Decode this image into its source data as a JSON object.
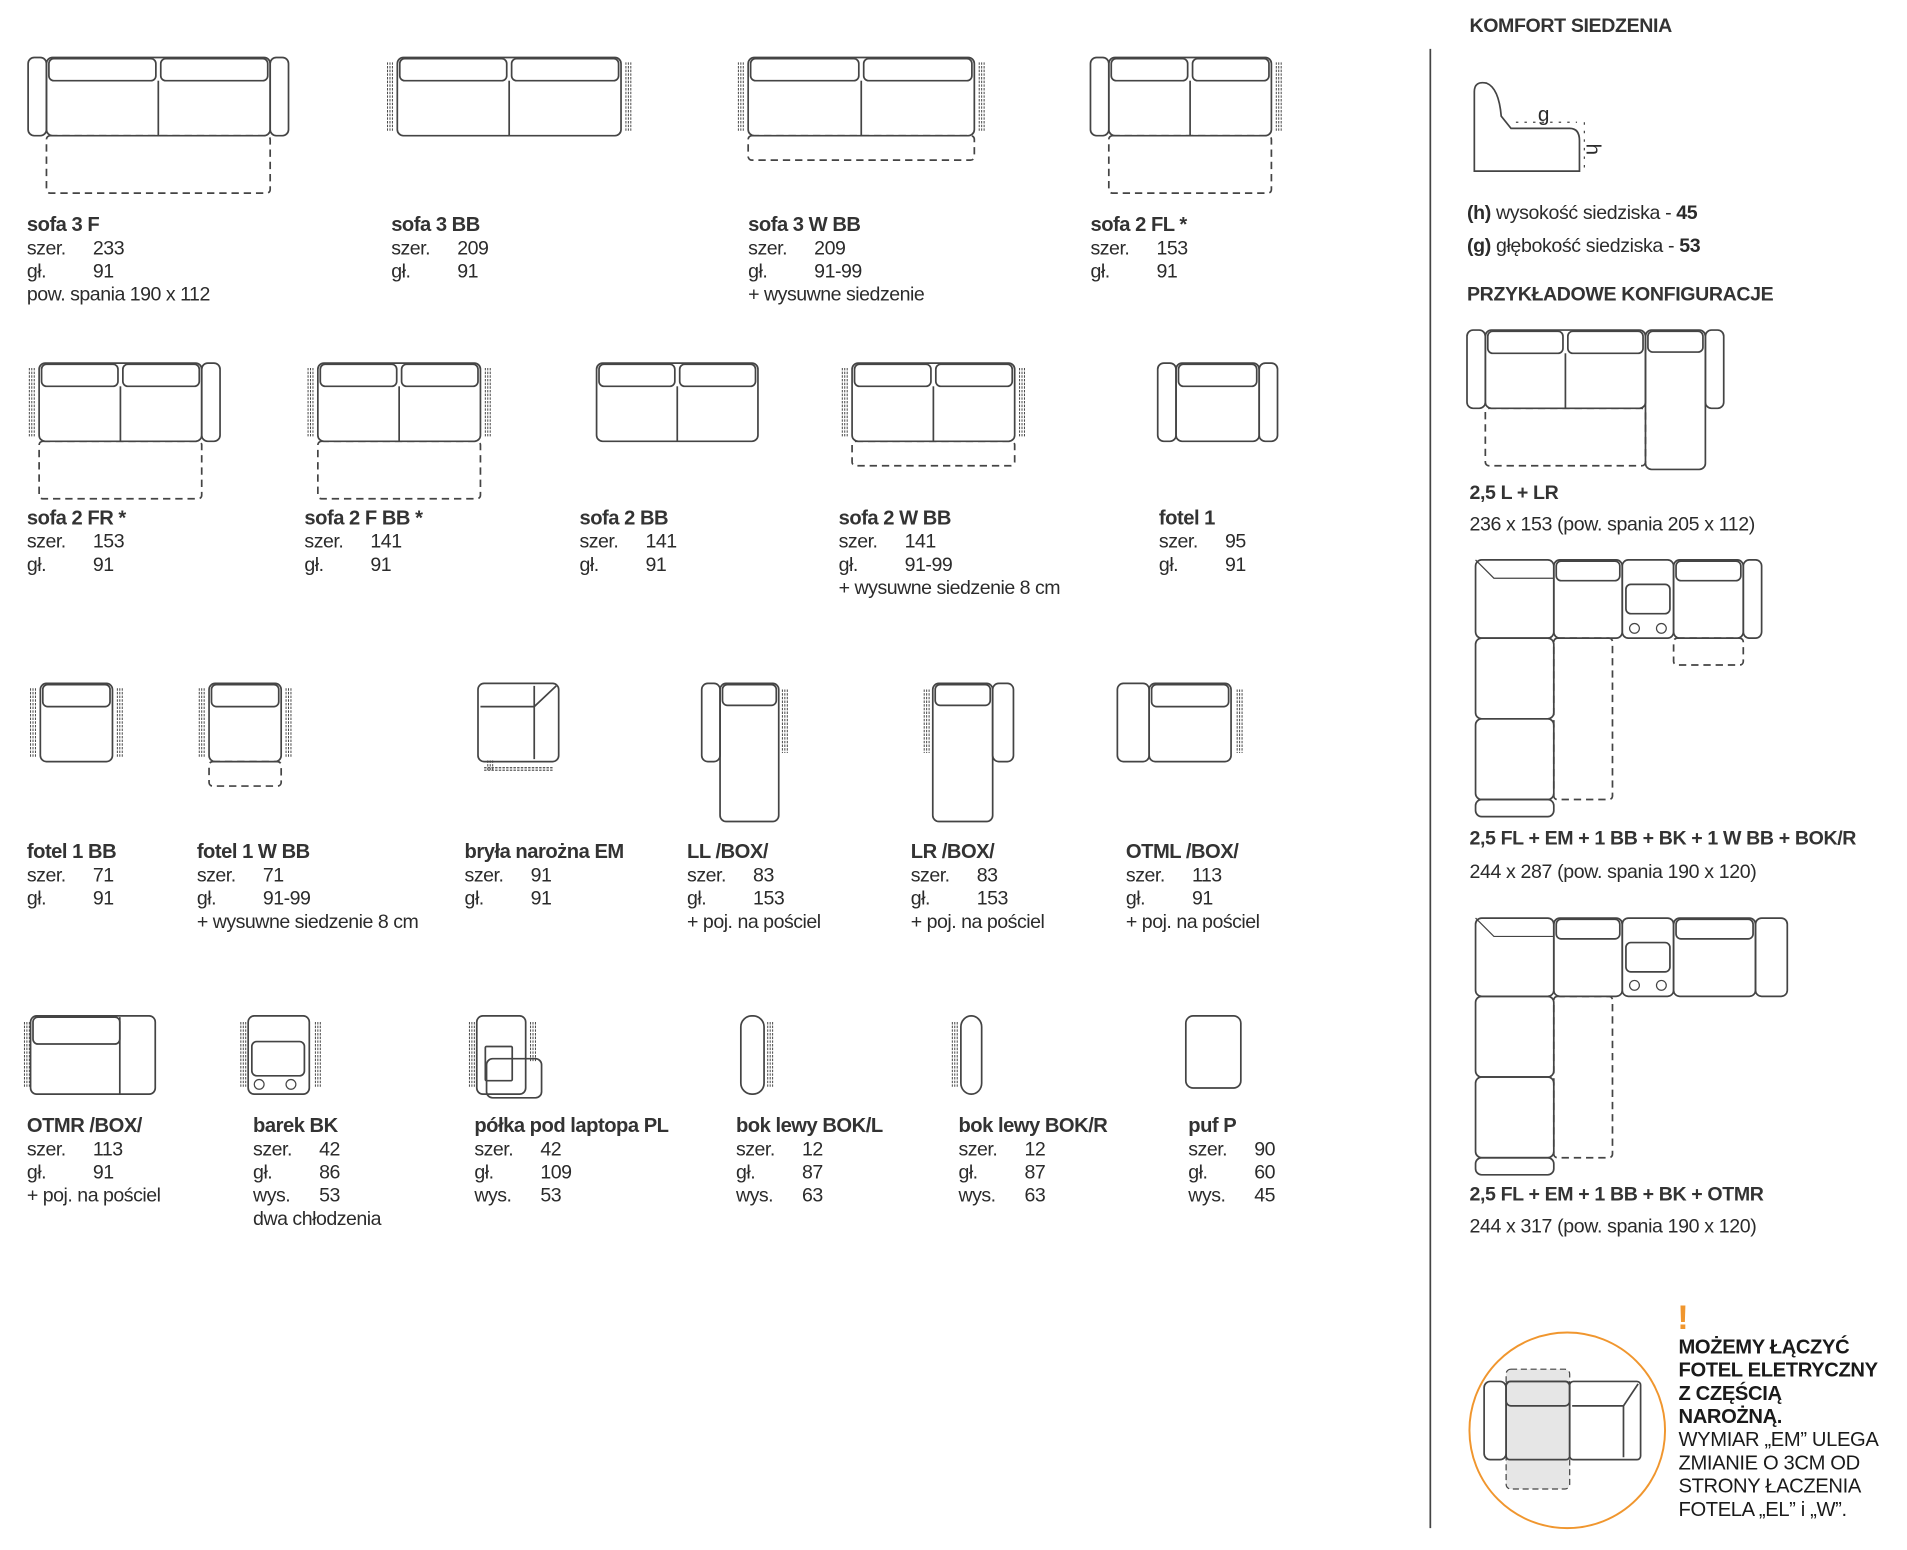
{
  "items": [
    {
      "name": "sofa 3 F",
      "rows": [
        [
          "szer.",
          "233"
        ],
        [
          "gł.",
          "91"
        ]
      ],
      "extra": [
        "pow. spania 190 x 112"
      ]
    },
    {
      "name": "sofa 3 BB",
      "rows": [
        [
          "szer.",
          "209"
        ],
        [
          "gł.",
          "91"
        ]
      ],
      "extra": []
    },
    {
      "name": "sofa 3 W BB",
      "rows": [
        [
          "szer.",
          "209"
        ],
        [
          "gł.",
          "91-99"
        ]
      ],
      "extra": [
        "+ wysuwne siedzenie"
      ]
    },
    {
      "name": "sofa 2 FL *",
      "rows": [
        [
          "szer.",
          "153"
        ],
        [
          "gł.",
          "91"
        ]
      ],
      "extra": []
    },
    {
      "name": "sofa 2 FR *",
      "rows": [
        [
          "szer.",
          "153"
        ],
        [
          "gł.",
          "91"
        ]
      ],
      "extra": []
    },
    {
      "name": "sofa 2 F BB *",
      "rows": [
        [
          "szer.",
          "141"
        ],
        [
          "gł.",
          "91"
        ]
      ],
      "extra": []
    },
    {
      "name": "sofa 2 BB",
      "rows": [
        [
          "szer.",
          "141"
        ],
        [
          "gł.",
          "91"
        ]
      ],
      "extra": []
    },
    {
      "name": "sofa 2 W BB",
      "rows": [
        [
          "szer.",
          "141"
        ],
        [
          "gł.",
          "91-99"
        ]
      ],
      "extra": [
        "+ wysuwne siedzenie 8 cm"
      ]
    },
    {
      "name": "fotel 1",
      "rows": [
        [
          "szer.",
          "95"
        ],
        [
          "gł.",
          "91"
        ]
      ],
      "extra": []
    },
    {
      "name": "fotel 1 BB",
      "rows": [
        [
          "szer.",
          "71"
        ],
        [
          "gł.",
          "91"
        ]
      ],
      "extra": []
    },
    {
      "name": "fotel 1 W BB",
      "rows": [
        [
          "szer.",
          "71"
        ],
        [
          "gł.",
          "91-99"
        ]
      ],
      "extra": [
        "+ wysuwne siedzenie 8 cm"
      ]
    },
    {
      "name": "bryła narożna EM",
      "rows": [
        [
          "szer.",
          "91"
        ],
        [
          "gł.",
          "91"
        ]
      ],
      "extra": []
    },
    {
      "name": "LL /BOX/",
      "rows": [
        [
          "szer.",
          "83"
        ],
        [
          "gł.",
          "153"
        ]
      ],
      "extra": [
        "+ poj. na pościel"
      ]
    },
    {
      "name": "LR /BOX/",
      "rows": [
        [
          "szer.",
          "83"
        ],
        [
          "gł.",
          "153"
        ]
      ],
      "extra": [
        "+ poj. na pościel"
      ]
    },
    {
      "name": "OTML /BOX/",
      "rows": [
        [
          "szer.",
          "113"
        ],
        [
          "gł.",
          "91"
        ]
      ],
      "extra": [
        "+ poj. na pościel"
      ]
    },
    {
      "name": "OTMR /BOX/",
      "rows": [
        [
          "szer.",
          "113"
        ],
        [
          "gł.",
          "91"
        ]
      ],
      "extra": [
        "+ poj. na pościel"
      ]
    },
    {
      "name": "barek BK",
      "rows": [
        [
          "szer.",
          "42"
        ],
        [
          "gł.",
          "86"
        ],
        [
          "wys.",
          "53"
        ]
      ],
      "extra": [
        "dwa chłodzenia"
      ]
    },
    {
      "name": "półka pod laptopa PL",
      "rows": [
        [
          "szer.",
          "42"
        ],
        [
          "gł.",
          "109"
        ],
        [
          "wys.",
          "53"
        ]
      ],
      "extra": []
    },
    {
      "name": "bok lewy BOK/L",
      "rows": [
        [
          "szer.",
          "12"
        ],
        [
          "gł.",
          "87"
        ],
        [
          "wys.",
          "63"
        ]
      ],
      "extra": []
    },
    {
      "name": "bok lewy BOK/R",
      "rows": [
        [
          "szer.",
          "12"
        ],
        [
          "gł.",
          "87"
        ],
        [
          "wys.",
          "63"
        ]
      ],
      "extra": []
    },
    {
      "name": "puf P",
      "rows": [
        [
          "szer.",
          "90"
        ],
        [
          "gł.",
          "60"
        ],
        [
          "wys.",
          "45"
        ]
      ],
      "extra": []
    }
  ],
  "sidebar": {
    "comfort_title": "KOMFORT SIEDZENIA",
    "label_g": "g",
    "label_h": "h",
    "height_key": "(h)",
    "height_text": " wysokość siedziska - ",
    "height_val": "45",
    "depth_key": "(g)",
    "depth_text": " głębokość siedziska - ",
    "depth_val": "53",
    "configs_title": "PRZYKŁADOWE KONFIGURACJE",
    "configs": [
      {
        "name": "2,5 L + LR",
        "dims": "236 x 153 (pow. spania 205 x 112)"
      },
      {
        "name": "2,5 FL + EM + 1 BB + BK + 1 W BB + BOK/R",
        "dims": "244 x 287 (pow. spania 190 x 120)"
      },
      {
        "name": "2,5 FL + EM + 1 BB + BK + OTMR",
        "dims": "244 x 317 (pow. spania 190 x 120)"
      }
    ]
  },
  "note": {
    "mark": "!",
    "bold": [
      "MOŻEMY ŁĄCZYĆ",
      "FOTEL ELETRYCZNY",
      "Z CZĘŚCIĄ",
      "NAROŻNĄ."
    ],
    "normal": [
      "WYMIAR „EM” ULEGA",
      "ZMIANIE O 3CM OD",
      "STRONY ŁACZENIA",
      "FOTELA „EL” i „W”."
    ]
  },
  "colors": {
    "line": "#444444",
    "accent": "#f0962e",
    "fill": "#e6e6e6"
  }
}
